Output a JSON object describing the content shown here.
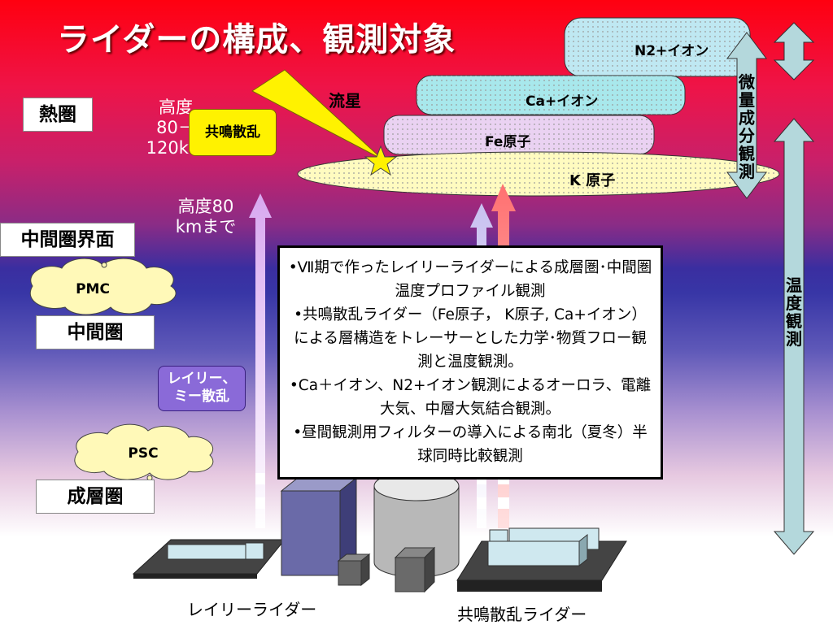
{
  "title": "ライダーの構成、観測対象",
  "labels": {
    "thermosphere": "熱圏",
    "mesopause": "中間圏界面",
    "mesosphere": "中間圏",
    "stratosphere": "成層圏"
  },
  "altitude_thermo": [
    "高度",
    "80－",
    "120km"
  ],
  "altitude_80": [
    "高度80",
    "kmまで"
  ],
  "meteor": "流星",
  "resonance_label": "共鳴散乱",
  "rayleigh_label": [
    "レイリー、",
    "ミー散乱"
  ],
  "pmc": "PMC",
  "psc": "PSC",
  "layers": {
    "n2": "N2+イオン",
    "ca": "Ca+イオン",
    "fe": "Fe原子",
    "k": "K 原子"
  },
  "vertical_labels": {
    "minor": "微量成分観測",
    "temperature": "温度観測"
  },
  "info_bullets": [
    "•Ⅶ期で作ったレイリーライダーによる成層圏･中間圏温度プロファイル観測",
    "•共鳴散乱ライダー（Fe原子， K原子, Ca+イオン）による層構造をトレーサーとした力学･物質フロー観測と温度観測。",
    "•Ca＋イオン、N2+イオン観測によるオーロラ、電離大気、中層大気結合観測。",
    "•昼間観測用フィルターの導入による南北（夏冬）半球同時比較観測"
  ],
  "captions": {
    "rayleigh_lidar": "レイリーライダー",
    "resonance_lidar": "共鳴散乱ライダー"
  },
  "colors": {
    "n2_fill": "#bfe8f2",
    "ca_fill": "#a8e8ec",
    "fe_fill": "#ead2f2",
    "k_fill": "#fffbc0",
    "arrow_fill": "#b4d8dc",
    "yellow": "#fff200"
  }
}
